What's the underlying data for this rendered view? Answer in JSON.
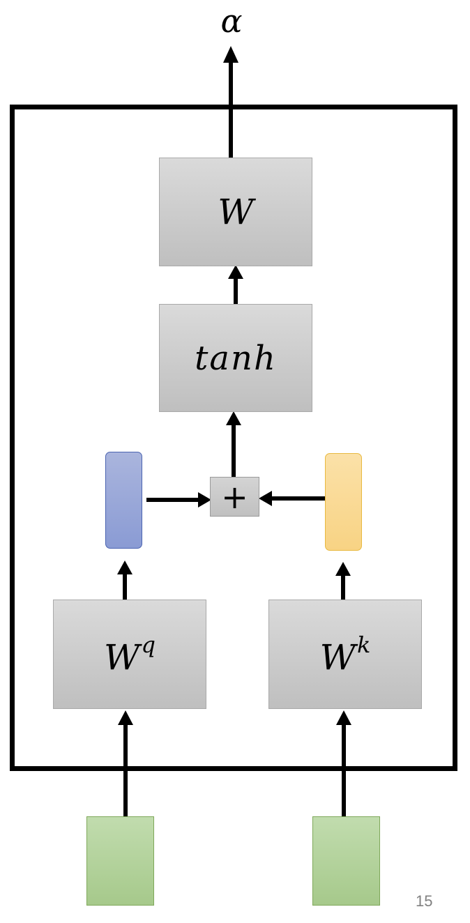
{
  "output_label": "α",
  "boxes": {
    "w_label": "W",
    "tanh_label": "tanh",
    "wq_base": "W",
    "wq_sup": "q",
    "wk_base": "W",
    "wk_sup": "k",
    "plus_symbol": "+"
  },
  "page_number": "15",
  "colors": {
    "frame": "#000000",
    "gray_box": "#c8c8c8",
    "query_vector": "#8a9bd4",
    "key_vector": "#f8d384",
    "input_vector": "#a6c98b",
    "page_number": "#808080"
  }
}
